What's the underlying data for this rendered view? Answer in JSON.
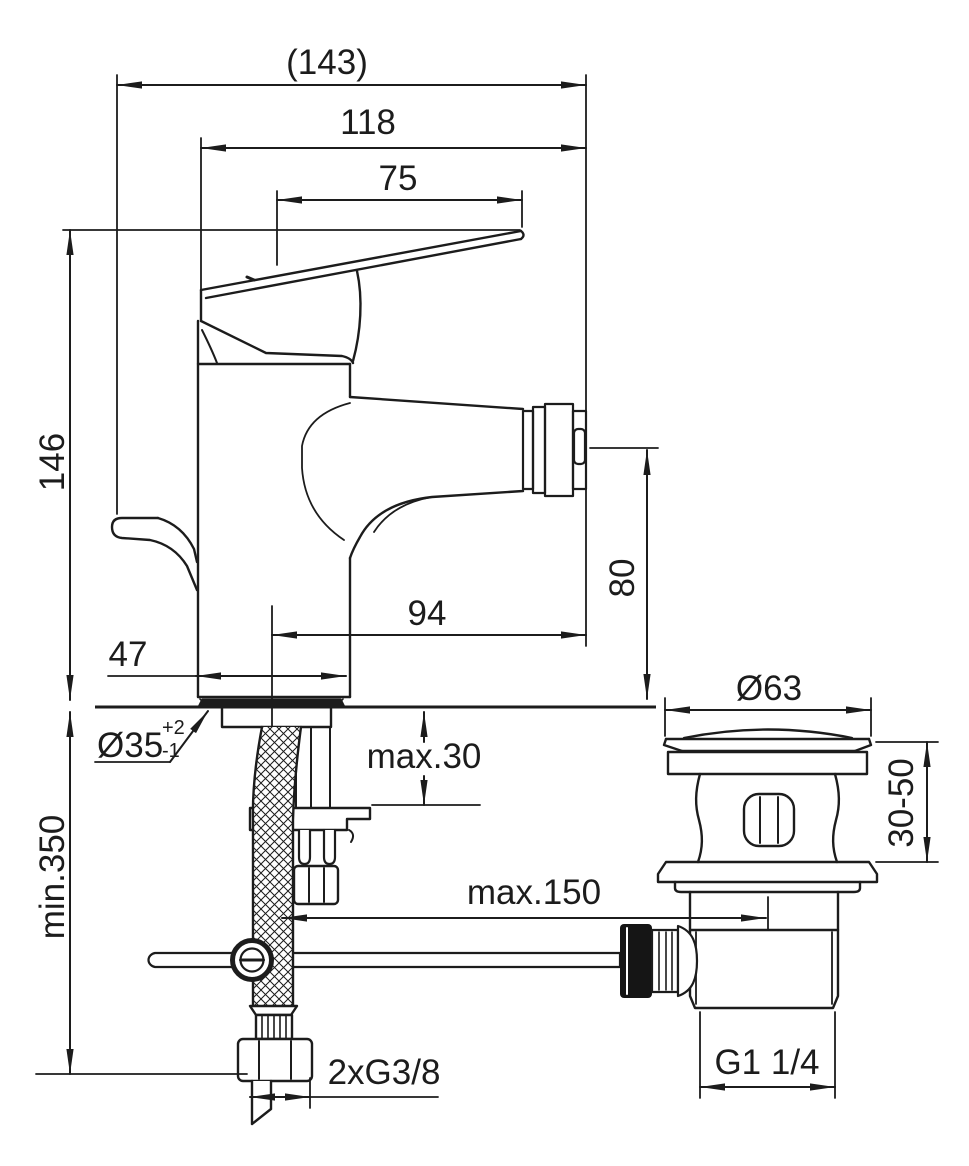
{
  "drawing": {
    "background": "#ffffff",
    "line_color": "#1c1c1c"
  },
  "mixer": {
    "dim_total_depth": "(143)",
    "dim_depth_to_body": "118",
    "dim_lever_length": "75",
    "dim_height_to_lever_tip": "146",
    "dim_body_width": "47",
    "dim_spout_projection": "94",
    "dim_outlet_height": "80",
    "dim_deck_thickness": "max.30",
    "dim_hole_diameter": "Ø35",
    "dim_hole_tol_plus": "+2",
    "dim_hole_tol_minus": "-1",
    "dim_min_clearance_below": "min.350",
    "dim_rod_to_waste": "max.150",
    "dim_supply_connection": "2xG3/8"
  },
  "waste": {
    "dim_plug_diameter": "Ø63",
    "dim_clamping_range": "30-50",
    "dim_outlet_thread": "G1 1/4"
  }
}
